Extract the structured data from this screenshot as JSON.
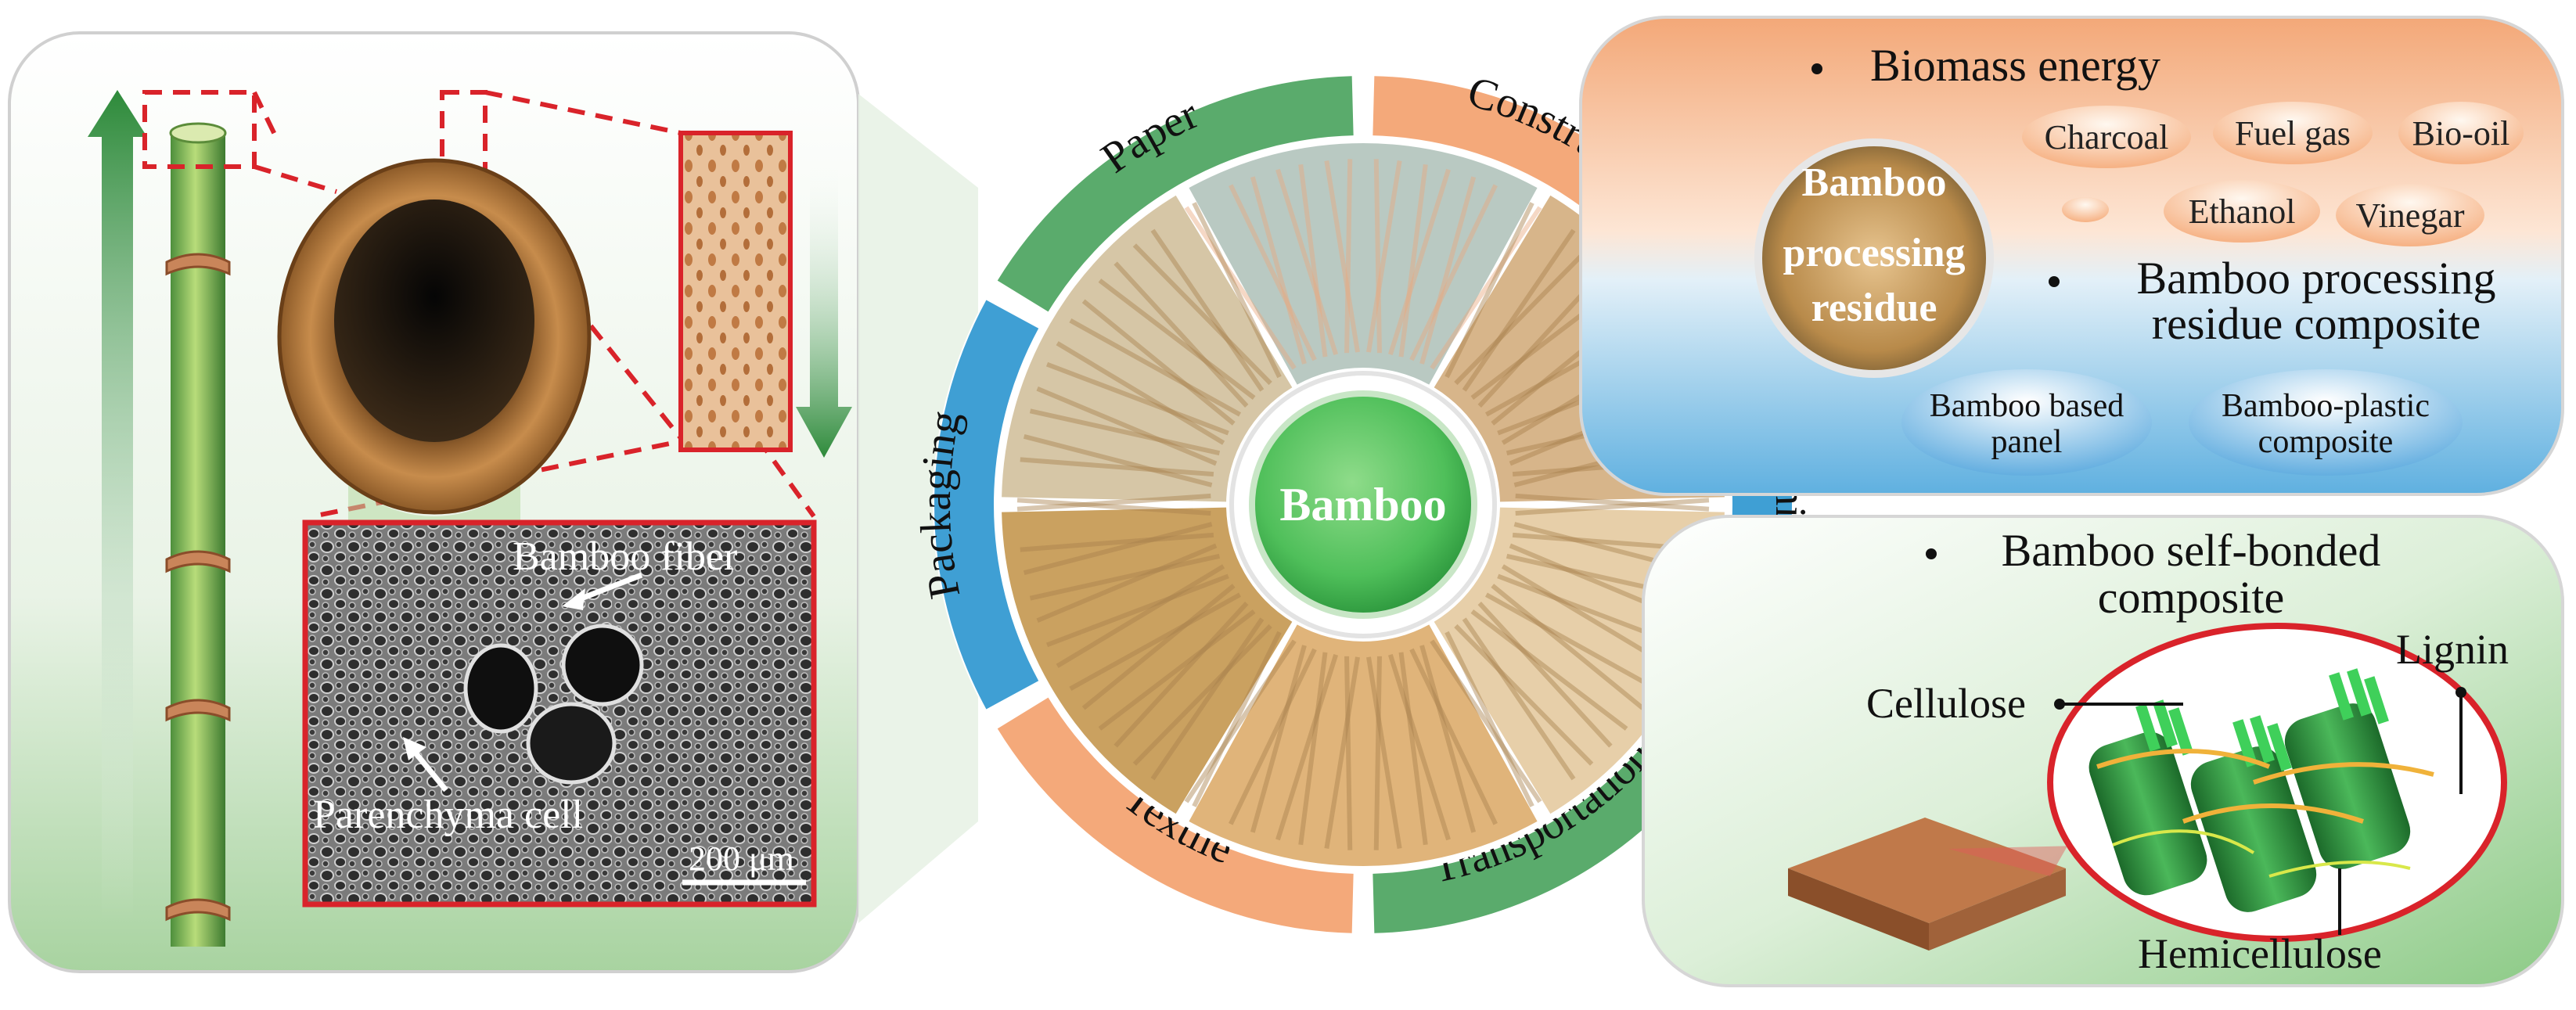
{
  "left_panel": {
    "labels": {
      "fiber": "Bamboo fiber",
      "parenchyma": "Parenchyma cell",
      "scale": "200 μm"
    }
  },
  "wheel": {
    "center": "Bamboo",
    "segments": [
      {
        "label": "Construction",
        "color": "#f4a97a"
      },
      {
        "label": "Furniture",
        "color": "#3f9fd4"
      },
      {
        "label": "Transportation",
        "color": "#5aab6c"
      },
      {
        "label": "Textile",
        "color": "#f4a97a"
      },
      {
        "label": "Packaging",
        "color": "#3f9fd4"
      },
      {
        "label": "Paper",
        "color": "#5aab6c"
      }
    ]
  },
  "residue_panel": {
    "heading": "Biomass energy",
    "circle_text": "Bamboo processing residue",
    "chips": [
      "Charcoal",
      "Fuel gas",
      "Bio-oil",
      "Ethanol",
      "Vinegar"
    ],
    "composite_heading": "Bamboo processing residue composite",
    "blue_chips": [
      "Bamboo based panel",
      "Bamboo-plastic composite"
    ]
  },
  "selfbond_panel": {
    "heading": "Bamboo self-bonded composite",
    "labels": {
      "cellulose": "Cellulose",
      "lignin": "Lignin",
      "hemicellulose": "Hemicellulose"
    }
  },
  "colors": {
    "orange": "#f4a97a",
    "blue": "#3f9fd4",
    "green": "#5aab6c",
    "red_dash": "#d9232a"
  }
}
